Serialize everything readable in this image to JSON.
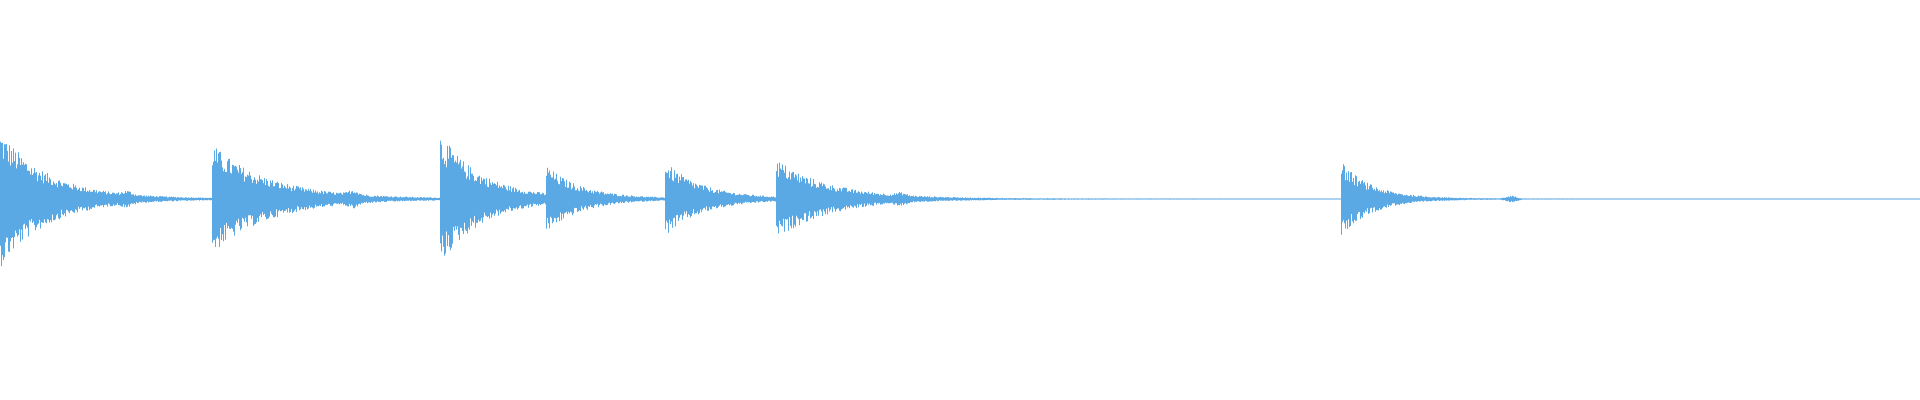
{
  "waveform": {
    "color": "#5aa8e4",
    "duration_s": 1.0,
    "peak_amplitude": 1.0,
    "noise_floor": 0.008,
    "onsets": [
      {
        "t": 0.0,
        "amp": 1.0,
        "decay": 0.025
      },
      {
        "t": 0.11,
        "amp": 0.8,
        "decay": 0.03
      },
      {
        "t": 0.229,
        "amp": 0.95,
        "decay": 0.022
      },
      {
        "t": 0.284,
        "amp": 0.42,
        "decay": 0.018
      },
      {
        "t": 0.346,
        "amp": 0.53,
        "decay": 0.02
      },
      {
        "t": 0.404,
        "amp": 0.56,
        "decay": 0.028
      },
      {
        "t": 0.698,
        "amp": 0.56,
        "decay": 0.016
      }
    ],
    "blips": [
      {
        "t": 0.066,
        "amp": 0.05
      },
      {
        "t": 0.184,
        "amp": 0.07
      },
      {
        "t": 0.469,
        "amp": 0.04
      },
      {
        "t": 0.787,
        "amp": 0.04
      }
    ]
  }
}
